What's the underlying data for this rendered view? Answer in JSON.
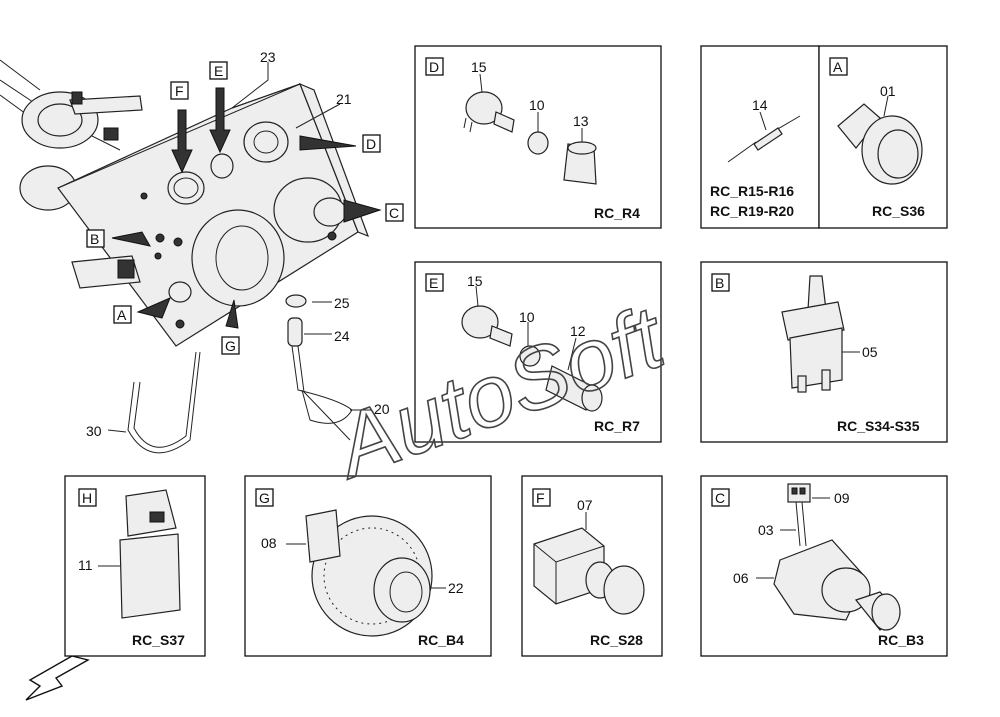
{
  "watermark": "AutoSoft",
  "overview": {
    "callouts": [
      "23",
      "21",
      "25",
      "24",
      "20",
      "30"
    ],
    "letters": [
      "F",
      "E",
      "D",
      "C",
      "B",
      "A",
      "G"
    ]
  },
  "panels": [
    {
      "letter": "D",
      "parts": [
        "15",
        "10",
        "13"
      ],
      "code": "RC_R4"
    },
    {
      "letter": "",
      "parts": [
        "14"
      ],
      "code_lines": [
        "RC_R15-R16",
        "RC_R19-R20"
      ]
    },
    {
      "letter": "A",
      "parts": [
        "01"
      ],
      "code": "RC_S36"
    },
    {
      "letter": "E",
      "parts": [
        "15",
        "10",
        "12"
      ],
      "code": "RC_R7"
    },
    {
      "letter": "B",
      "parts": [
        "05"
      ],
      "code": "RC_S34-S35"
    },
    {
      "letter": "H",
      "parts": [
        "11"
      ],
      "code": "RC_S37"
    },
    {
      "letter": "G",
      "parts": [
        "08",
        "22"
      ],
      "code": "RC_B4"
    },
    {
      "letter": "F",
      "parts": [
        "07"
      ],
      "code": "RC_S28"
    },
    {
      "letter": "C",
      "parts": [
        "09",
        "03",
        "06"
      ],
      "code": "RC_B3"
    }
  ]
}
